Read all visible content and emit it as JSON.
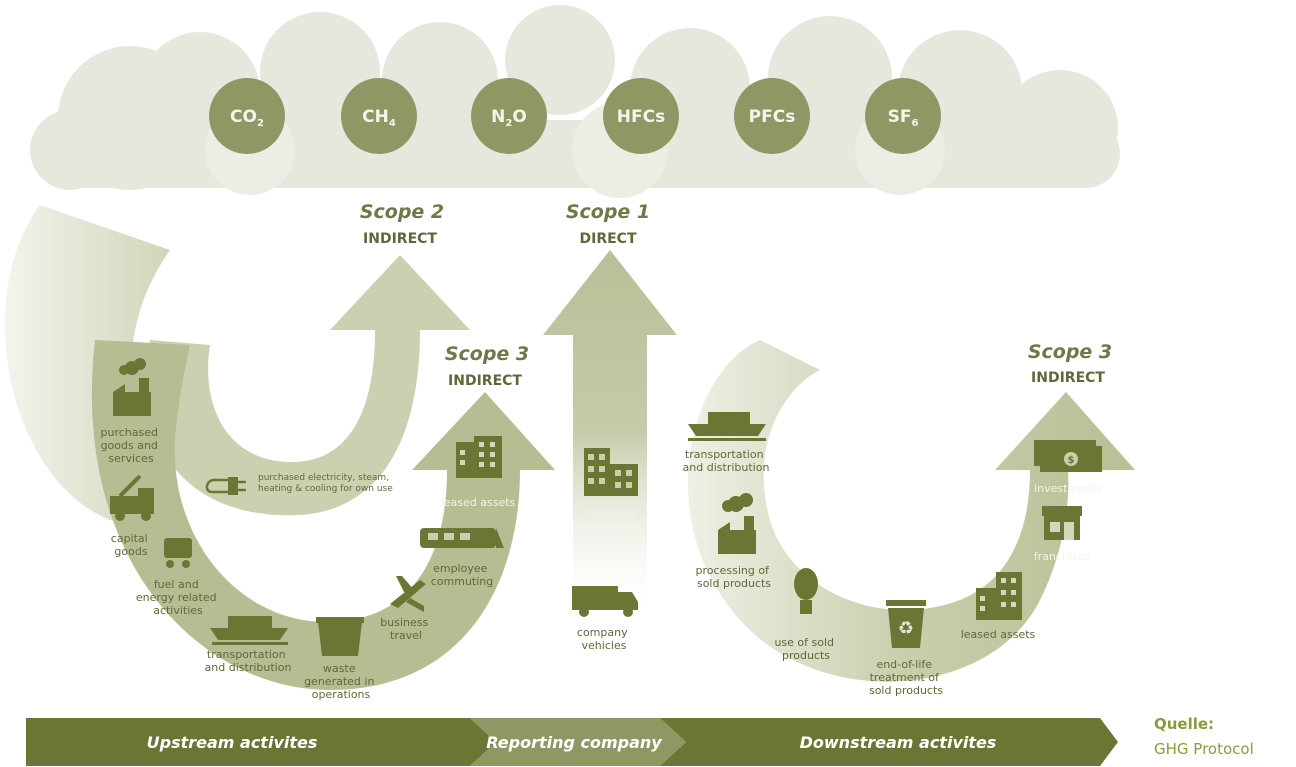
{
  "gases": [
    {
      "base": "CO",
      "sub": "2"
    },
    {
      "base": "CH",
      "sub": "4"
    },
    {
      "base": "N",
      "sub": "2",
      "rest": "O"
    },
    {
      "base": "HFCs",
      "sub": "",
      "rest": ""
    },
    {
      "base": "PFCs",
      "sub": "",
      "rest": ""
    },
    {
      "base": "SF",
      "sub": "6"
    }
  ],
  "scopes": {
    "scope2": {
      "title": "Scope 2",
      "sub": "INDIRECT"
    },
    "scope1": {
      "title": "Scope 1",
      "sub": "DIRECT"
    },
    "scope3_up": {
      "title": "Scope 3",
      "sub": "INDIRECT"
    },
    "scope3_down": {
      "title": "Scope 3",
      "sub": "INDIRECT"
    }
  },
  "upstream": {
    "purchased_goods": [
      "purchased",
      "goods and",
      "services"
    ],
    "capital_goods": [
      "capital",
      "goods"
    ],
    "fuel_energy": [
      "fuel and",
      "energy related",
      "activities"
    ],
    "transport": [
      "transportation",
      "and distribution"
    ],
    "waste": [
      "waste",
      "generated in",
      "operations"
    ],
    "business_travel": [
      "business",
      "travel"
    ],
    "employee_commuting": [
      "employee",
      "commuting"
    ],
    "leased_assets": [
      "leased assets"
    ],
    "purchased_electricity": [
      "purchased electricity, steam,",
      "heating & cooling for own use"
    ]
  },
  "reporting": {
    "company_facilities": [
      "company",
      "facilities"
    ],
    "company_vehicles": [
      "company",
      "vehicles"
    ]
  },
  "downstream": {
    "transport": [
      "transportation",
      "and distribution"
    ],
    "processing": [
      "processing of",
      "sold products"
    ],
    "use_of_sold": [
      "use of sold",
      "products"
    ],
    "end_of_life": [
      "end-of-life",
      "treatment of",
      "sold products"
    ],
    "leased_assets": [
      "leased assets"
    ],
    "franchises": [
      "franchises"
    ],
    "investments": [
      "investments"
    ]
  },
  "bottom_bar": {
    "upstream": "Upstream activites",
    "reporting": "Reporting company",
    "downstream": "Downstream activites"
  },
  "source": {
    "head": "Quelle:",
    "text": "GHG Protocol"
  },
  "colors": {
    "dark": "#6b7634",
    "circle": "#8f9865",
    "cloud": "#e4e6da",
    "arrow": "#c2c8a6",
    "accent": "#8b9a3c"
  }
}
